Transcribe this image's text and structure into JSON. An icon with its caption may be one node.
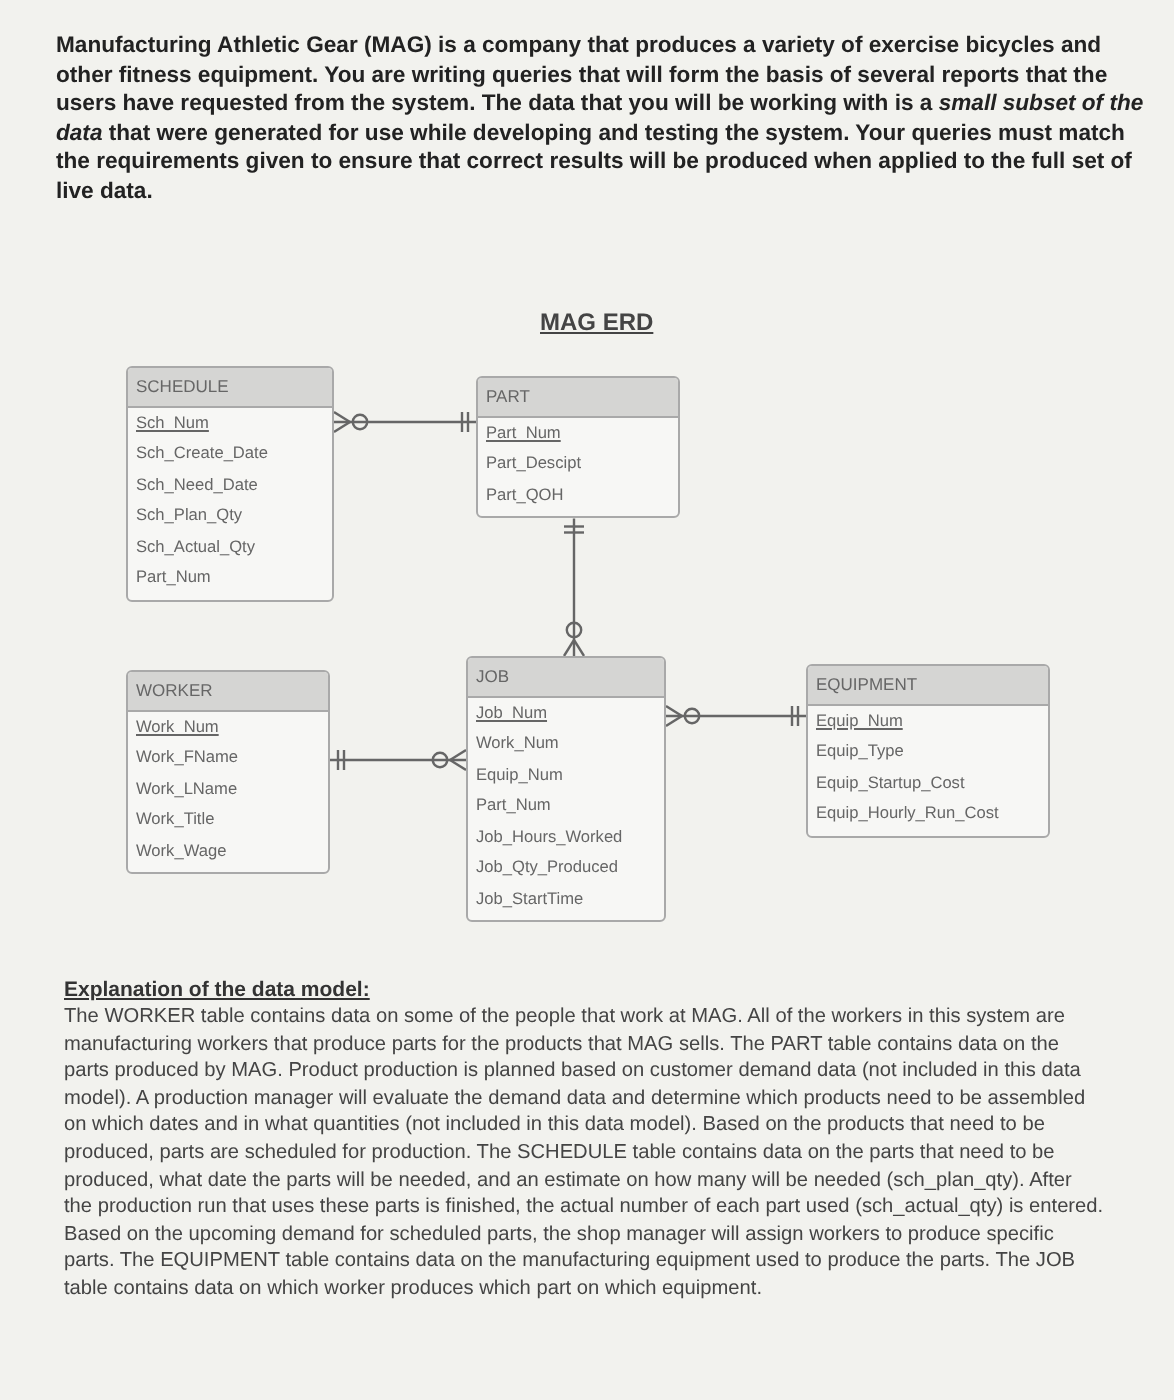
{
  "diagram": {
    "title": "MAG ERD",
    "nodes": [
      {
        "text": [
          "SCHEDULE",
          "Sch_Num",
          "Sch_Create_Date",
          "Sch_Need_Date",
          "Sch_Plan_Qty",
          "Sch_Actual_Qty",
          "Part_Num"
        ]
      },
      {
        "text": [
          "PART",
          "Part_Num",
          "Part_Descipt",
          "Part_QOH"
        ]
      },
      {
        "text": [
          "WORKER",
          "Work_Num",
          "Work_FName",
          "Work_LName",
          "Work_Title",
          "Work_Wage"
        ]
      },
      {
        "text": [
          "JOB",
          "Job_Num",
          "Work_Num",
          "Equip_Num",
          "Part_Num",
          "Job_Hours_Worked",
          "Job_Qty_Produced",
          "Job_StartTime"
        ]
      },
      {
        "text": [
          "EQUIPMENT",
          "Equip_Num",
          "Equip_Type",
          "Equip_Startup_Cost",
          "Equip_Hourly_Run_Cost"
        ]
      }
    ],
    "edges": [
      {
        "from": 1,
        "to": 0,
        "arrow": "other"
      },
      {
        "from": 1,
        "to": 3,
        "arrow": "other"
      },
      {
        "from": 2,
        "to": 3,
        "arrow": "other"
      },
      {
        "from": 4,
        "to": 3,
        "arrow": "other"
      }
    ],
    "labels": [
      "Manufacturing Athletic Gear (MAG) is a company that produces a variety of exercise bicycles and other fitness equipment.  You are writing queries that will form the basis of several reports that the users have requested from the system.  The data that you will be working with is a *small subset of the data* that were generated for use while developing and testing the system.  Your queries must match the requirements given to ensure that correct results will be produced when applied to the full set of live data.",
      "Explanation of the data model:",
      "The WORKER table contains data on some of the people that work at MAG.  All of the workers in this system are manufacturing workers that produce parts for the products that MAG sells.  The PART table contains data on the parts produced by MAG.  Product production is planned based on customer demand data (not included in this data model).  A production manager will evaluate the demand data and determine which products need to be assembled on which dates and in what quantities (not included in this data model).  Based on the products that need to be produced, parts are scheduled for production.  The SCHEDULE table contains data on the parts that need to be produced, what date the parts will be needed, and an estimate on how many will be needed (sch_plan_qty).  After the production run that uses these parts is finished, the actual number of each part used (sch_actual_qty) is entered.  Based on the upcoming demand for scheduled parts, the shop manager will assign workers to produce specific parts.  The EQUIPMENT table contains data on the manufacturing equipment used to produce the parts.  The JOB table contains data on which worker produces which part on which equipment."
    ]
  }
}
